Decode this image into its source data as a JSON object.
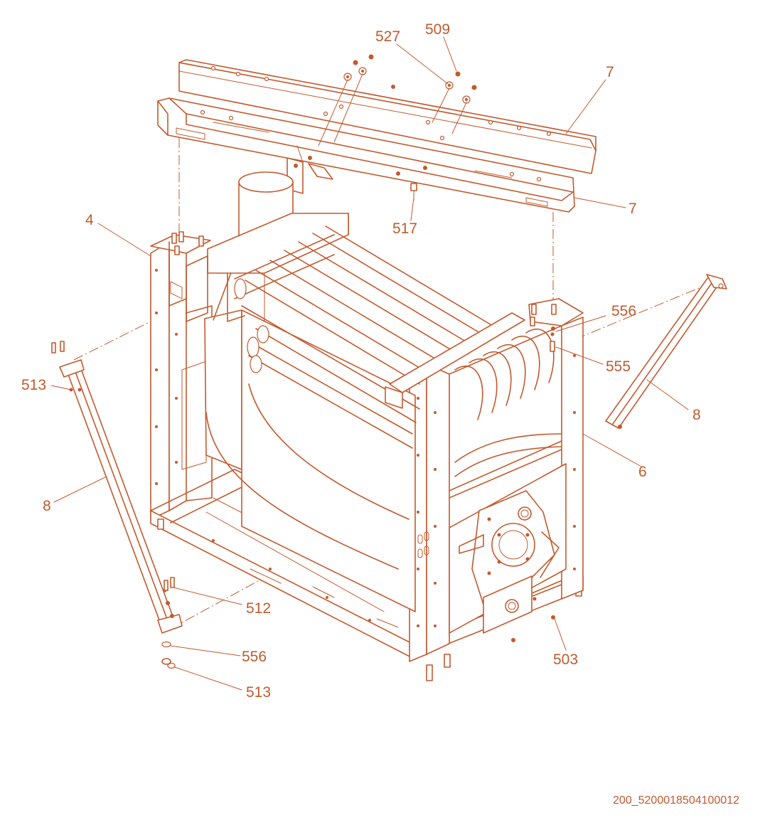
{
  "diagram": {
    "drawing_ref": "200_5200018504100012",
    "accent_color": "#c25a2e",
    "callouts": [
      {
        "id": "c527",
        "label": "527"
      },
      {
        "id": "c509",
        "label": "509"
      },
      {
        "id": "c7a",
        "label": "7"
      },
      {
        "id": "c7b",
        "label": "7"
      },
      {
        "id": "c517",
        "label": "517"
      },
      {
        "id": "c4",
        "label": "4"
      },
      {
        "id": "c556a",
        "label": "556"
      },
      {
        "id": "c555",
        "label": "555"
      },
      {
        "id": "c513a",
        "label": "513"
      },
      {
        "id": "c8a",
        "label": "8"
      },
      {
        "id": "c6",
        "label": "6"
      },
      {
        "id": "c8b",
        "label": "8"
      },
      {
        "id": "c512",
        "label": "512"
      },
      {
        "id": "c556b",
        "label": "556"
      },
      {
        "id": "c503",
        "label": "503"
      },
      {
        "id": "c513b",
        "label": "513"
      }
    ]
  }
}
